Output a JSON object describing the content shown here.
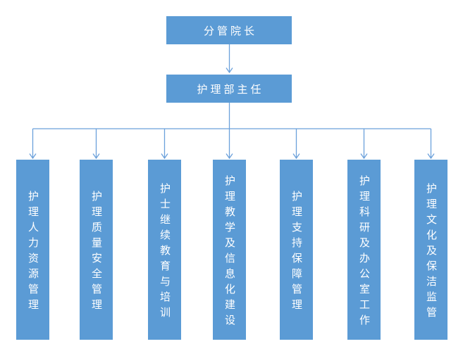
{
  "org_chart": {
    "root": {
      "label": "分管院长"
    },
    "manager": {
      "label": "护理部主任"
    },
    "departments": [
      {
        "label": "护理人力资源管理"
      },
      {
        "label": "护理质量安全管理"
      },
      {
        "label": "护士继续教育与培训"
      },
      {
        "label": "护理教学及信息化建设"
      },
      {
        "label": "护理支持保障管理"
      },
      {
        "label": "护理科研及办公室工作"
      },
      {
        "label": "护理文化及保洁监管"
      }
    ],
    "colors": {
      "node_fill": "#5B9BD5",
      "connector": "#6BA1DB",
      "node_text": "#FFFFFF",
      "background": "#FFFFFF"
    }
  }
}
